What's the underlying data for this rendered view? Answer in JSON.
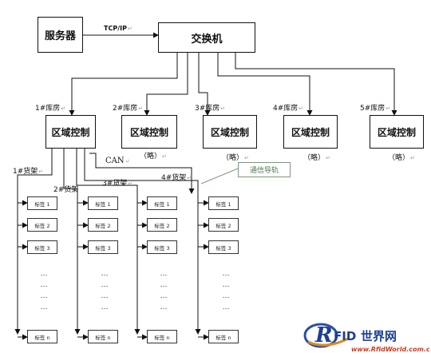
{
  "server": {
    "label": "服务器"
  },
  "switch": {
    "label": "交换机"
  },
  "link_tcp": {
    "label": "TCP/IP"
  },
  "return_mark": "↵",
  "warehouses": [
    {
      "name": "1#库房",
      "controller": "区域控制"
    },
    {
      "name": "2#库房",
      "controller": "区域控制",
      "omit": "（略）"
    },
    {
      "name": "3#库房",
      "controller": "区域控制",
      "omit": "（略）"
    },
    {
      "name": "4#库房",
      "controller": "区域控制",
      "omit": "（略）"
    },
    {
      "name": "5#库房",
      "controller": "区域控制",
      "omit": "（略）"
    }
  ],
  "can_label": "CAN",
  "callout": {
    "label": "通信导轨"
  },
  "shelves": [
    {
      "name": "1#货架"
    },
    {
      "name": "2#货架"
    },
    {
      "name": "3#货架"
    },
    {
      "name": "4#货架"
    }
  ],
  "tags": [
    "标签 1",
    "标签 2",
    "标签 3",
    "标签 n"
  ],
  "ellipsis": "…",
  "logo": {
    "text": "RFID 世界网",
    "url": "www.RfidWorld.com.cn"
  }
}
